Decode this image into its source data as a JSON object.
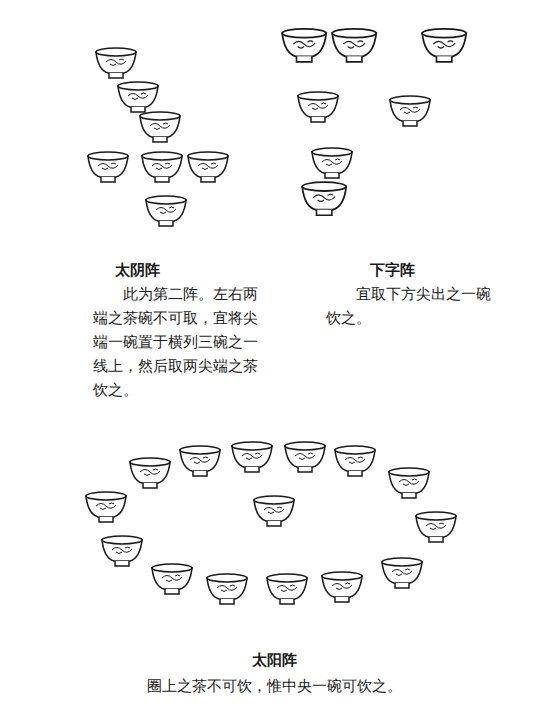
{
  "diagram": {
    "labels": [
      "太阴阵",
      "此为第二阵。左右两端之茶碗不可取，宜将尖端一碗置于横列三碗之一线上，然后取两尖端之茶饮之。",
      "下字阵",
      "宜取下方尖出之一碗饮之。",
      "太阳阵",
      "圈上之茶不可饮，惟中央一碗可饮之。"
    ]
  }
}
